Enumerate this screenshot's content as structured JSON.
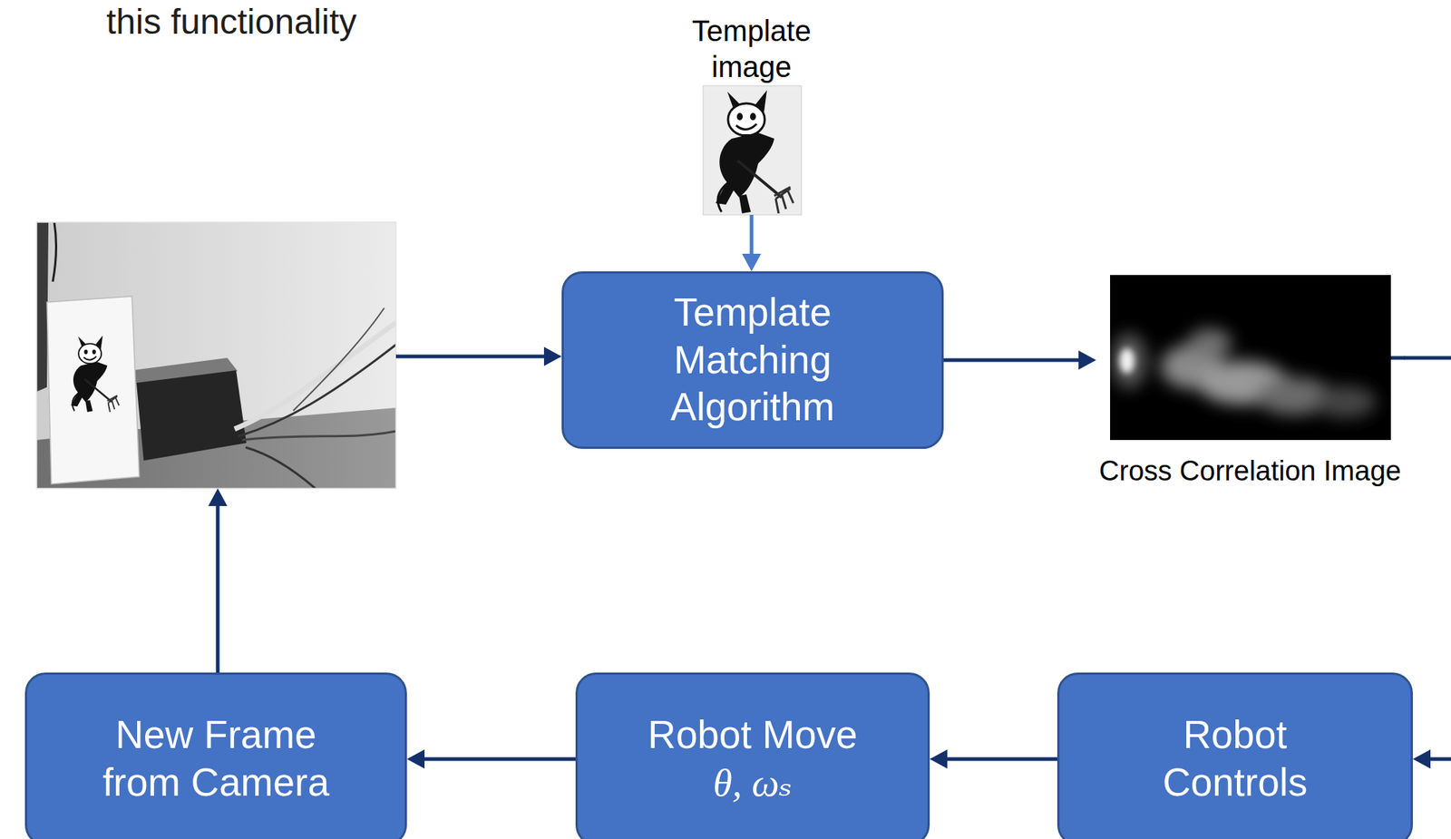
{
  "diagram": {
    "nodes": [
      {
        "text": [
          "Template image"
        ]
      },
      {
        "text": [
          "Template Matching Algorithm"
        ]
      },
      {
        "text": [
          "Cross Correlation Image"
        ]
      },
      {
        "text": [
          "New Frame from Camera"
        ]
      },
      {
        "text": [
          "Robot Move",
          "θ, ωₛ"
        ]
      },
      {
        "text": [
          "Robot Controls"
        ]
      }
    ],
    "edges": [
      {
        "from": 0,
        "to": 1,
        "arrow": "to"
      },
      {
        "from": 1,
        "to": 2,
        "arrow": "to"
      },
      {
        "from": 2,
        "to": 5,
        "arrow": "to"
      },
      {
        "from": 5,
        "to": 4,
        "arrow": "to"
      },
      {
        "from": 4,
        "to": 3,
        "arrow": "to"
      }
    ],
    "labels": [
      "this functionality"
    ]
  }
}
